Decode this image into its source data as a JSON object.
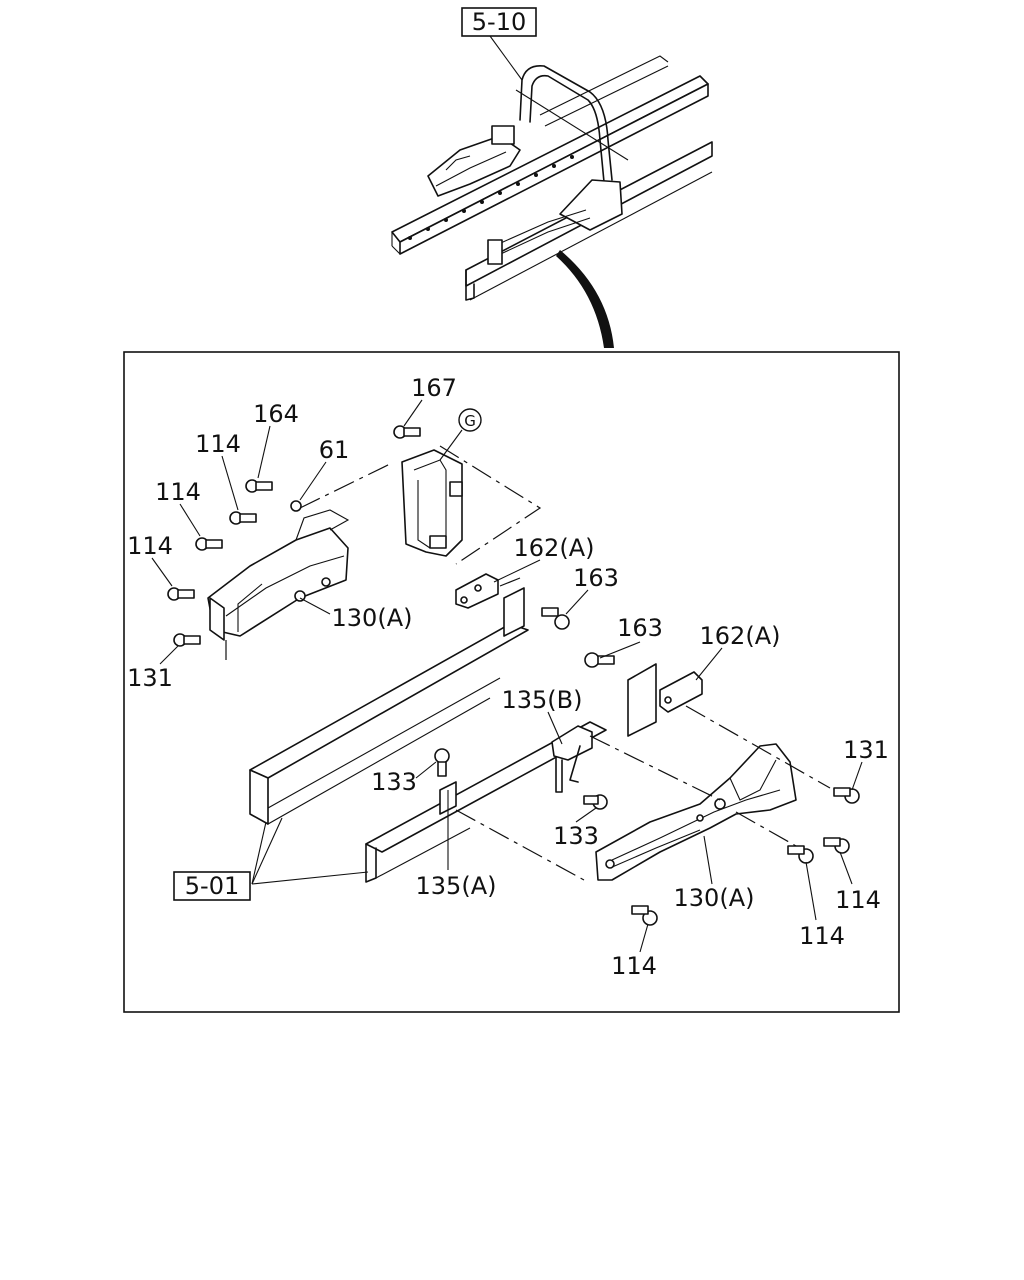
{
  "references": {
    "top": "5-10",
    "bottom": "5-01"
  },
  "callouts": {
    "p167": "167",
    "pG": "G",
    "p164": "164",
    "p61": "61",
    "p114_a": "114",
    "p114_b": "114",
    "p114_c": "114",
    "p162A_upper": "162(A)",
    "p163_upper": "163",
    "p130A_left": "130(A)",
    "p131_left": "131",
    "p163_lower": "163",
    "p162A_lower": "162(A)",
    "p135B": "135(B)",
    "p131_right": "131",
    "p133_left": "133",
    "p133_right": "133",
    "p135A": "135(A)",
    "p130A_right": "130(A)",
    "p114_d": "114",
    "p114_e": "114",
    "p114_f": "114"
  }
}
